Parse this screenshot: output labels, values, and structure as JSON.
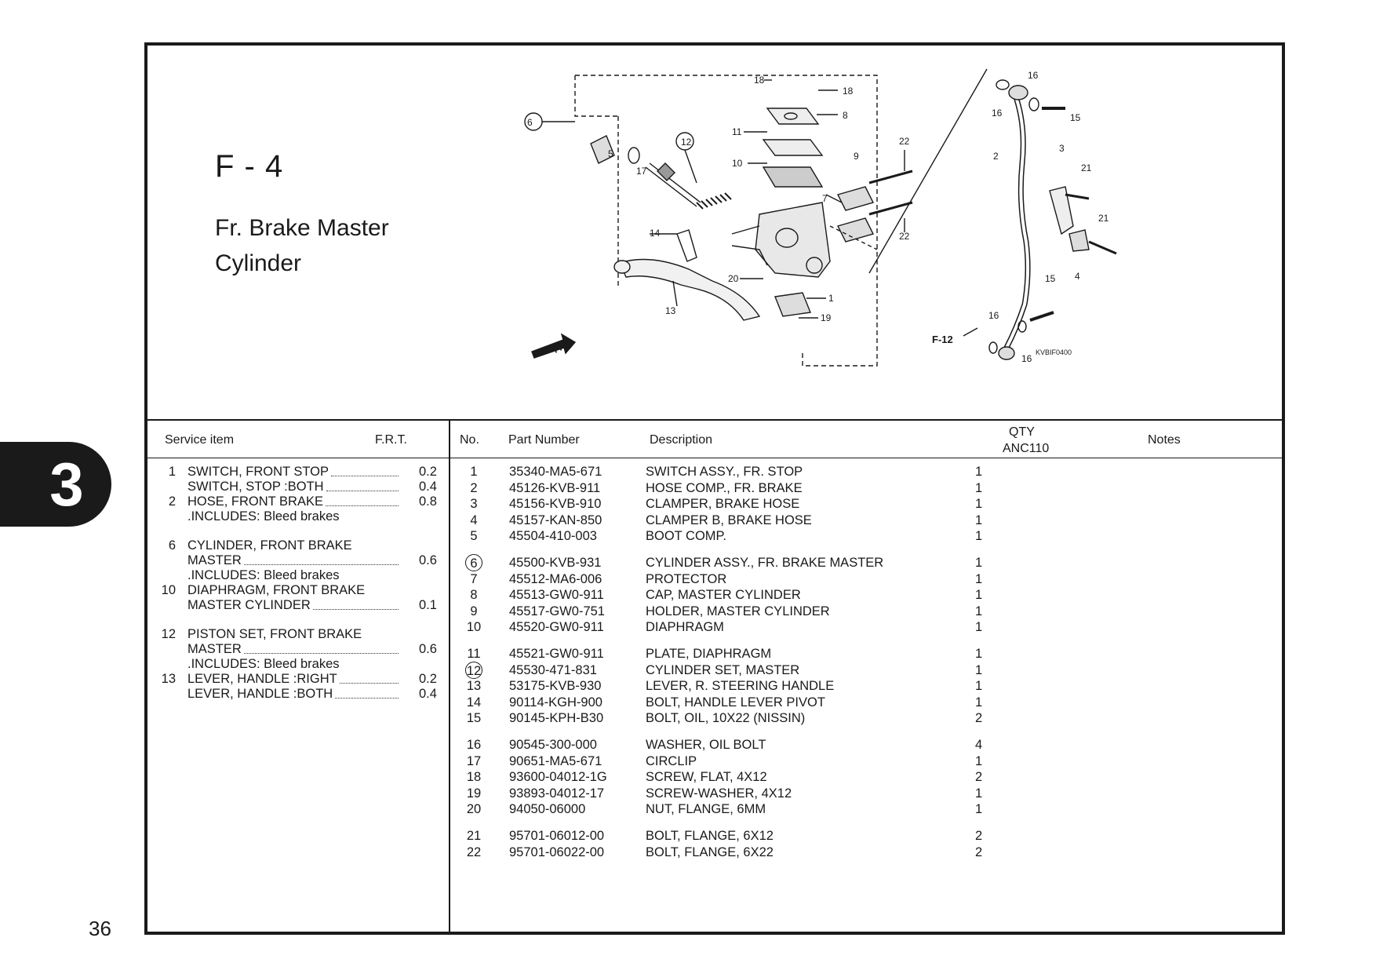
{
  "page_number": "36",
  "section_tab": "3",
  "figure": {
    "code": "F - 4",
    "title": "Fr. Brake Master Cylinder",
    "image_ref": "KVBIF0400",
    "fr_label": "FR.",
    "ref_label": "F-12",
    "callouts": [
      "1",
      "2",
      "3",
      "4",
      "5",
      "6",
      "7",
      "8",
      "9",
      "10",
      "11",
      "12",
      "13",
      "14",
      "15",
      "16",
      "17",
      "18",
      "19",
      "20",
      "21",
      "22"
    ]
  },
  "service_header": {
    "item": "Service item",
    "frt": "F.R.T."
  },
  "parts_header": {
    "no": "No.",
    "part_number": "Part Number",
    "description": "Description",
    "qty": "QTY",
    "model": "ANC110",
    "notes": "Notes"
  },
  "service_items": [
    {
      "num": "1",
      "text": "SWITCH, FRONT STOP",
      "frt": "0.2"
    },
    {
      "num": "",
      "text": "SWITCH, STOP :BOTH",
      "frt": "0.4"
    },
    {
      "num": "2",
      "text": "HOSE, FRONT BRAKE",
      "frt": "0.8"
    },
    {
      "num": "",
      "text": ".INCLUDES: Bleed brakes",
      "frt": ""
    },
    {
      "num": "6",
      "text": "CYLINDER, FRONT BRAKE",
      "frt": ""
    },
    {
      "num": "",
      "text": "MASTER",
      "frt": "0.6"
    },
    {
      "num": "",
      "text": ".INCLUDES: Bleed brakes",
      "frt": ""
    },
    {
      "num": "10",
      "text": "DIAPHRAGM, FRONT BRAKE",
      "frt": ""
    },
    {
      "num": "",
      "text": "MASTER CYLINDER",
      "frt": "0.1"
    },
    {
      "num": "12",
      "text": "PISTON SET, FRONT BRAKE",
      "frt": ""
    },
    {
      "num": "",
      "text": "MASTER",
      "frt": "0.6"
    },
    {
      "num": "",
      "text": ".INCLUDES: Bleed brakes",
      "frt": ""
    },
    {
      "num": "13",
      "text": "LEVER, HANDLE :RIGHT",
      "frt": "0.2"
    },
    {
      "num": "",
      "text": "LEVER, HANDLE :BOTH",
      "frt": "0.4"
    }
  ],
  "parts": [
    {
      "no": "1",
      "pn": "35340-MA5-671",
      "desc": "SWITCH ASSY., FR. STOP",
      "qty": "1"
    },
    {
      "no": "2",
      "pn": "45126-KVB-911",
      "desc": "HOSE COMP., FR. BRAKE",
      "qty": "1"
    },
    {
      "no": "3",
      "pn": "45156-KVB-910",
      "desc": "CLAMPER, BRAKE HOSE",
      "qty": "1"
    },
    {
      "no": "4",
      "pn": "45157-KAN-850",
      "desc": "CLAMPER B, BRAKE HOSE",
      "qty": "1"
    },
    {
      "no": "5",
      "pn": "45504-410-003",
      "desc": "BOOT COMP.",
      "qty": "1"
    },
    {
      "no": "6",
      "pn": "45500-KVB-931",
      "desc": "CYLINDER ASSY., FR. BRAKE  MASTER",
      "qty": "1",
      "circled": true
    },
    {
      "no": "7",
      "pn": "45512-MA6-006",
      "desc": "PROTECTOR",
      "qty": "1"
    },
    {
      "no": "8",
      "pn": "45513-GW0-911",
      "desc": "CAP, MASTER CYLINDER",
      "qty": "1"
    },
    {
      "no": "9",
      "pn": "45517-GW0-751",
      "desc": "HOLDER, MASTER CYLINDER",
      "qty": "1"
    },
    {
      "no": "10",
      "pn": "45520-GW0-911",
      "desc": "DIAPHRAGM",
      "qty": "1"
    },
    {
      "no": "11",
      "pn": "45521-GW0-911",
      "desc": "PLATE, DIAPHRAGM",
      "qty": "1"
    },
    {
      "no": "12",
      "pn": "45530-471-831",
      "desc": "CYLINDER SET, MASTER",
      "qty": "1",
      "circled": true
    },
    {
      "no": "13",
      "pn": "53175-KVB-930",
      "desc": "LEVER, R. STEERING HANDLE",
      "qty": "1"
    },
    {
      "no": "14",
      "pn": "90114-KGH-900",
      "desc": "BOLT, HANDLE LEVER PIVOT",
      "qty": "1"
    },
    {
      "no": "15",
      "pn": "90145-KPH-B30",
      "desc": "BOLT, OIL, 10X22 (NISSIN)",
      "qty": "2"
    },
    {
      "no": "16",
      "pn": "90545-300-000",
      "desc": "WASHER, OIL BOLT",
      "qty": "4"
    },
    {
      "no": "17",
      "pn": "90651-MA5-671",
      "desc": "CIRCLIP",
      "qty": "1"
    },
    {
      "no": "18",
      "pn": "93600-04012-1G",
      "desc": "SCREW, FLAT, 4X12",
      "qty": "2"
    },
    {
      "no": "19",
      "pn": "93893-04012-17",
      "desc": "SCREW-WASHER, 4X12",
      "qty": "1"
    },
    {
      "no": "20",
      "pn": "94050-06000",
      "desc": "NUT, FLANGE, 6MM",
      "qty": "1"
    },
    {
      "no": "21",
      "pn": "95701-06012-00",
      "desc": "BOLT, FLANGE, 6X12",
      "qty": "2"
    },
    {
      "no": "22",
      "pn": "95701-06022-00",
      "desc": "BOLT, FLANGE, 6X22",
      "qty": "2"
    }
  ]
}
